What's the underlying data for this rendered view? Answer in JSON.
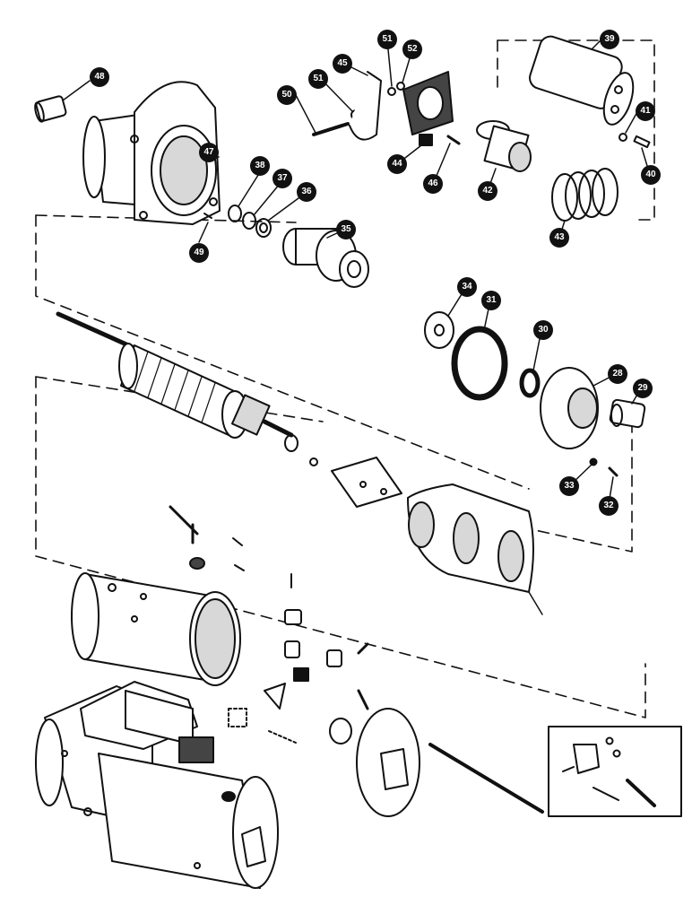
{
  "diagram": {
    "colors": {
      "ink": "#111111",
      "paper": "#ffffff",
      "shade": "#d8d8d8",
      "dark": "#444444"
    },
    "callouts": {
      "c48": "48",
      "c47": "47",
      "c49": "49",
      "c38": "38",
      "c37": "37",
      "c36": "36",
      "c35": "35",
      "c50": "50",
      "c51a": "51",
      "c45": "45",
      "c51b": "51",
      "c52": "52",
      "c44": "44",
      "c46": "46",
      "c42": "42",
      "c39": "39",
      "c41": "41",
      "c40": "40",
      "c43": "43",
      "c34": "34",
      "c31": "31",
      "c30": "30",
      "c28": "28",
      "c29": "29",
      "c33": "33",
      "c32": "32"
    }
  }
}
